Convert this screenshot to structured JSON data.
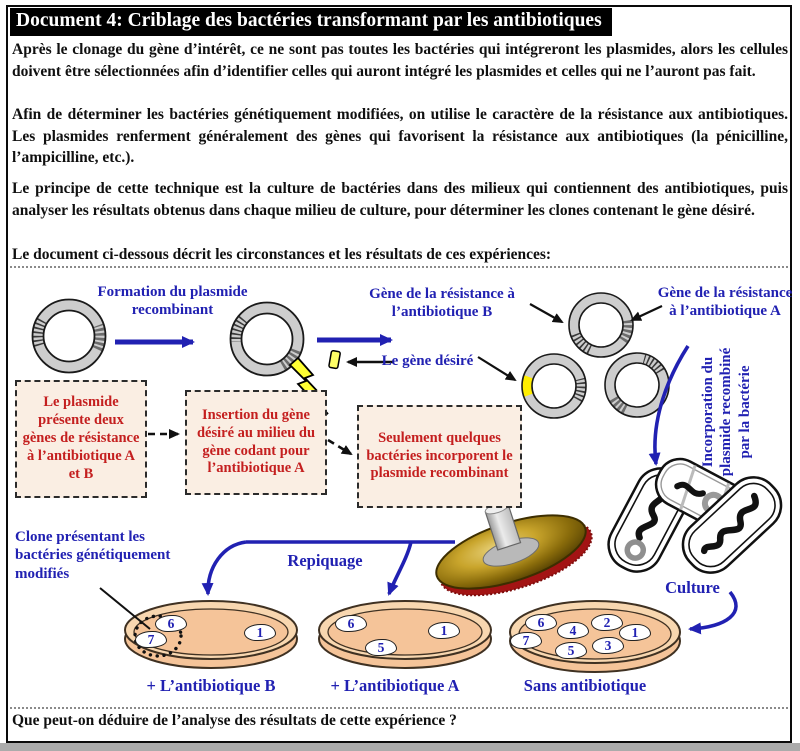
{
  "title": "Document 4: Criblage des bactéries transformant par les antibiotiques",
  "paragraphs": [
    "Après le clonage du gène d’intérêt, ce ne sont pas toutes les bactéries qui intégreront les plasmides, alors les cellules doivent être sélectionnées afin d’identifier celles qui auront intégré les plasmides et celles qui ne l’auront pas fait.",
    "Afin de déterminer les bactéries génétiquement modifiées, on utilise le caractère de la résistance aux antibiotiques. Les plasmides renferment généralement des gènes qui favorisent la résistance aux antibiotiques (la pénicilline, l’ampicilline, etc.).",
    "Le principe de cette technique est la culture de bactéries dans des milieux qui contiennent des antibiotiques, puis analyser les résultats obtenus dans chaque milieu de culture, pour déterminer les clones contenant le gène désiré.",
    "Le document ci-dessous décrit les circonstances et les résultats de ces expériences:"
  ],
  "diagram": {
    "labels": {
      "formation": "Formation du plasmide recombinant",
      "gene_resistance_b": "Gène de la résistance à l’antibiotique B",
      "gene_resistance_a": "Gène de la résistance à l’antibiotique A",
      "gene_desire": "Le gène désiré",
      "incorporation": "Incorporation du plasmide recombiné par la bactérie",
      "culture": "Culture",
      "repiquage": "Repiquage",
      "clone": "Clone présentant les bactéries génétiquement modifiés"
    },
    "red_boxes": [
      "Le plasmide présente deux gènes de résistance à l’antibiotique A et B",
      "Insertion du gène désiré au milieu du gène codant pour l’antibiotique A",
      "Seulement quelques bactéries incorporent le plasmide recombinant"
    ],
    "dishes": [
      {
        "label": "+ L’antibiotique B",
        "colonies": [
          "6",
          "7",
          "1"
        ]
      },
      {
        "label": "+ L’antibiotique A",
        "colonies": [
          "6",
          "5",
          "1"
        ]
      },
      {
        "label": "Sans antibiotique",
        "colonies": [
          "6",
          "4",
          "2",
          "1",
          "7",
          "5",
          "3"
        ]
      }
    ]
  },
  "question": "Que peut-on déduire de l’analyse des résultats de cette expérience ?",
  "colors": {
    "accent_blue": "#2121b2",
    "red_text": "#c41f1f",
    "box_bg": "#faeee3",
    "dish_fill": "#f5c499",
    "plasmid_ring": "#cdcdcd",
    "stamp_gold": "#c9a52c",
    "stamp_pad_red": "#a31414",
    "title_bg": "#000000"
  }
}
